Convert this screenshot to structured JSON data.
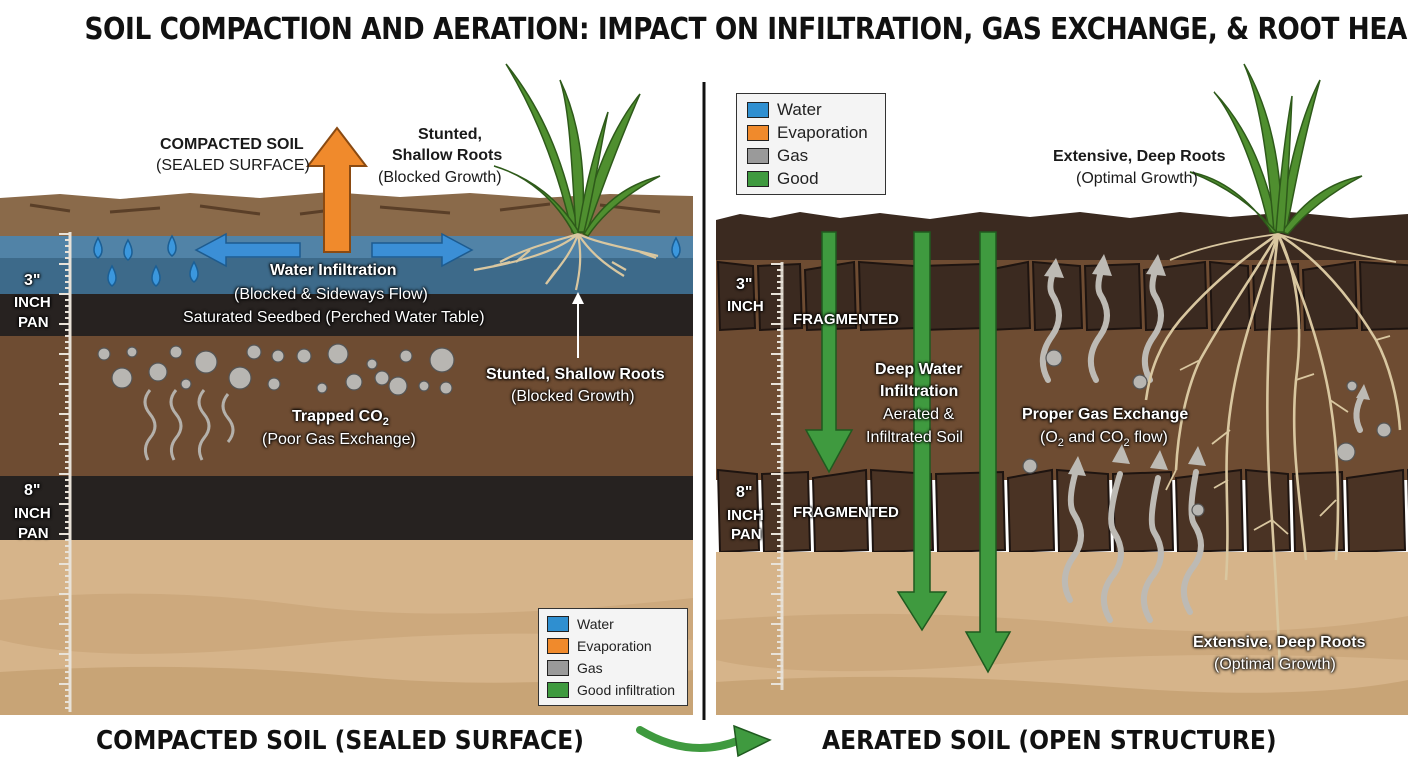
{
  "title": "SOIL COMPACTION AND AERATION: IMPACT ON INFILTRATION, GAS EXCHANGE, & ROOT HEALTH",
  "colors": {
    "water": "#2f8fd0",
    "evaporation": "#f08a2c",
    "gas": "#9a9a9a",
    "good": "#3f9a3f",
    "topsoil": "#6b4a32",
    "pan": "#262220",
    "subsoil": "#d9b98c"
  },
  "left": {
    "compacted_soil_title": "COMPACTED SOIL",
    "compacted_soil_sub": "(SEALED SURFACE)",
    "stunted_top_line1": "Stunted,",
    "stunted_top_line2": "Shallow Roots",
    "stunted_top_sub": "(Blocked Growth)",
    "depth_3_num": "3\"",
    "depth_3_inch": "INCH",
    "depth_3_pan": "PAN",
    "depth_8_num": "8\"",
    "depth_8_inch": "INCH",
    "depth_8_pan": "PAN",
    "water_infiltration": "Water Infiltration",
    "water_infiltration_sub": "(Blocked & Sideways Flow)",
    "saturated": "Saturated Seedbed (Perched Water Table)",
    "stunted_mid": "Stunted, Shallow Roots",
    "stunted_mid_sub": "(Blocked Growth)",
    "trapped_co2_prefix": "Trapped CO",
    "trapped_co2_sub_digit": "2",
    "trapped_co2_sub": "(Poor Gas Exchange)",
    "legend": [
      {
        "label": "Water",
        "color": "#2f8fd0"
      },
      {
        "label": "Evaporation",
        "color": "#f08a2c"
      },
      {
        "label": "Gas",
        "color": "#9a9a9a"
      },
      {
        "label": "Good infiltration",
        "color": "#3f9a3f"
      }
    ]
  },
  "right": {
    "legend": [
      {
        "label": "Water",
        "color": "#2f8fd0"
      },
      {
        "label": "Evaporation",
        "color": "#f08a2c"
      },
      {
        "label": "Gas",
        "color": "#9a9a9a"
      },
      {
        "label": "Good",
        "color": "#3f9a3f"
      }
    ],
    "extensive_top": "Extensive, Deep Roots",
    "extensive_top_sub": "(Optimal Growth)",
    "depth_3_num": "3\"",
    "depth_3_inch": "INCH",
    "depth_8_num": "8\"",
    "depth_8_inch": "INCH",
    "depth_8_pan": "PAN",
    "fragmented_1": "FRAGMENTED",
    "fragmented_2": "FRAGMENTED",
    "deep_water_line1": "Deep Water",
    "deep_water_line2": "Infiltration",
    "aerated_line1": "Aerated &",
    "aerated_line2": "Infiltrated Soil",
    "gas_exchange": "Proper Gas Exchange",
    "gas_exchange_sub_a": "(O",
    "gas_exchange_sub_b": " and CO",
    "gas_exchange_sub_c": " flow)",
    "gas_exchange_digit": "2",
    "extensive_bottom": "Extensive, Deep Roots",
    "extensive_bottom_sub": "(Optimal Growth)"
  },
  "bottom": {
    "left_caption": "COMPACTED SOIL (SEALED SURFACE)",
    "right_caption": "AERATED SOIL (OPEN STRUCTURE)"
  }
}
